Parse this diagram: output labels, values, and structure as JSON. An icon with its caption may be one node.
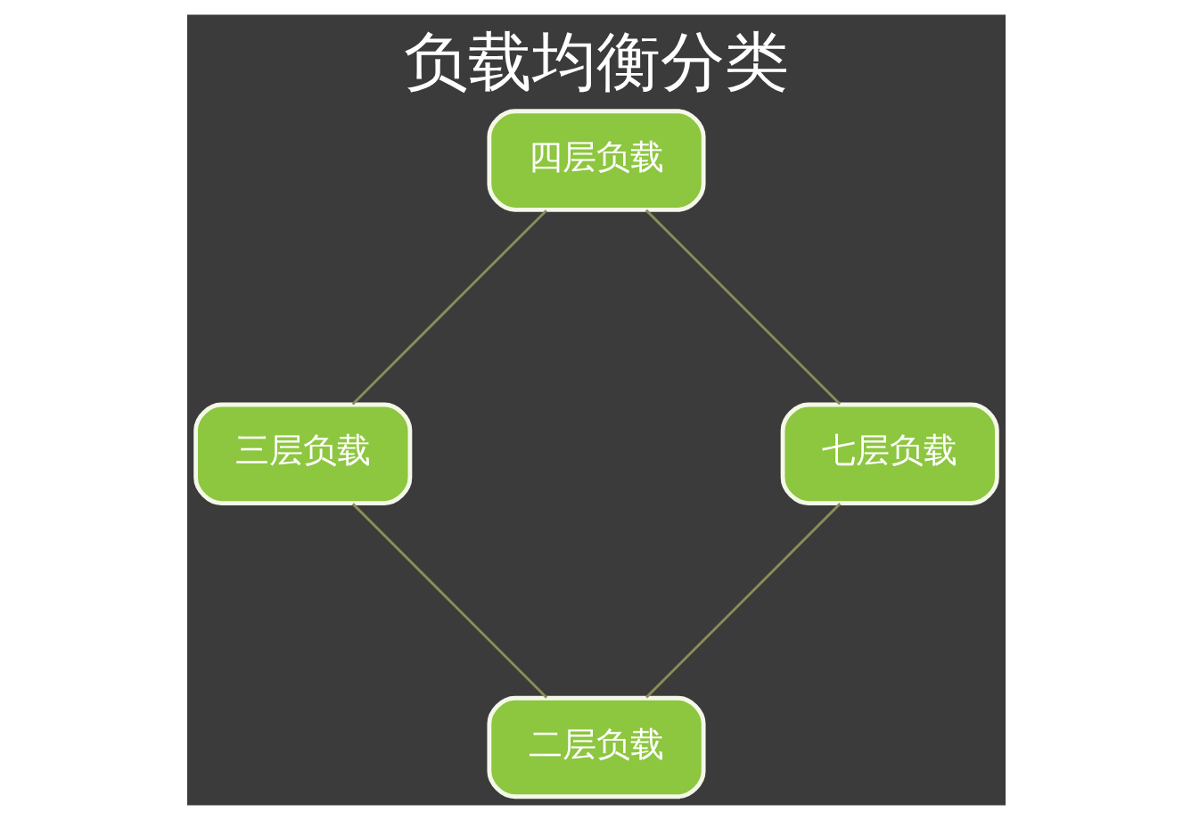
{
  "diagram": {
    "title": "负载均衡分类",
    "nodes": [
      {
        "text": [
          "二层负载"
        ]
      },
      {
        "text": [
          "三层负载"
        ]
      },
      {
        "text": [
          "四层负载"
        ]
      },
      {
        "text": [
          "七层负载"
        ]
      }
    ],
    "edges": [
      {
        "from": 0,
        "to": 1,
        "arrow": "none"
      },
      {
        "from": 1,
        "to": 2,
        "arrow": "none"
      },
      {
        "from": 2,
        "to": 3,
        "arrow": "none"
      },
      {
        "from": 3,
        "to": 0,
        "arrow": "none"
      }
    ]
  }
}
